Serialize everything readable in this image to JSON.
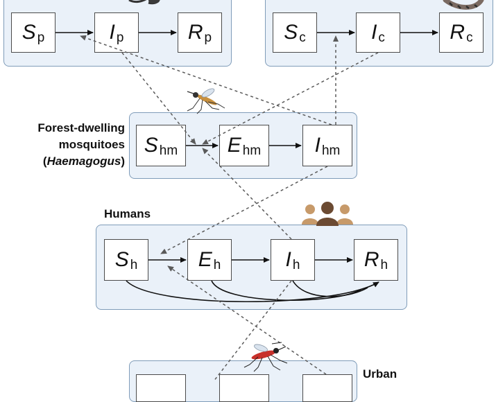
{
  "groups": {
    "primates": {
      "nodes": [
        {
          "id": "Sp",
          "main": "S",
          "sub": "p"
        },
        {
          "id": "Ip",
          "main": "I",
          "sub": "p"
        },
        {
          "id": "Rp",
          "main": "R",
          "sub": "p"
        }
      ]
    },
    "callitrichids": {
      "nodes": [
        {
          "id": "Sc",
          "main": "S",
          "sub": "c"
        },
        {
          "id": "Ic",
          "main": "I",
          "sub": "c"
        },
        {
          "id": "Rc",
          "main": "R",
          "sub": "c"
        }
      ]
    },
    "forest_mosquitoes": {
      "label_line1": "Forest-dwelling",
      "label_line2": "mosquitoes",
      "label_open": "(",
      "label_genus": "Haemagogus",
      "label_close": ")",
      "nodes": [
        {
          "id": "Shm",
          "main": "S",
          "sub": "hm"
        },
        {
          "id": "Ehm",
          "main": "E",
          "sub": "hm"
        },
        {
          "id": "Ihm",
          "main": "I",
          "sub": "hm"
        }
      ]
    },
    "humans": {
      "label": "Humans",
      "nodes": [
        {
          "id": "Sh",
          "main": "S",
          "sub": "h"
        },
        {
          "id": "Eh",
          "main": "E",
          "sub": "h"
        },
        {
          "id": "Ih",
          "main": "I",
          "sub": "h"
        },
        {
          "id": "Rh",
          "main": "R",
          "sub": "h"
        }
      ]
    },
    "urban_mosquitoes": {
      "label": "Urban"
    }
  },
  "colors": {
    "panel_fill": "#eaf1f9",
    "panel_border": "#7f9cb9",
    "arrow": "#111111",
    "dashed_arrow": "#5a5a5a",
    "people_icon": "#c79a6a",
    "people_icon_dark": "#6b4a32"
  },
  "icons": [
    "monkey-icon",
    "marmoset-tail-icon",
    "forest-mosquito-icon",
    "people-icon",
    "urban-mosquito-icon"
  ]
}
